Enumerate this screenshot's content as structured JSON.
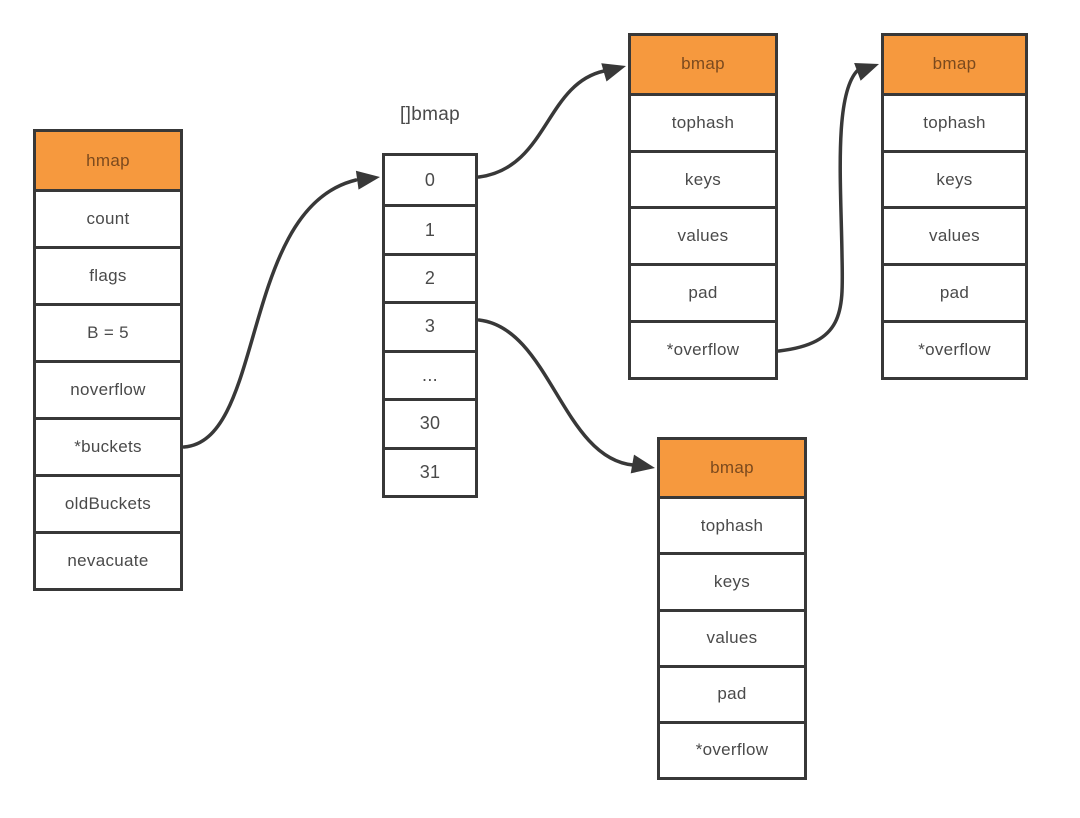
{
  "colors": {
    "accent_orange": "#F6993E",
    "line_dark": "#383838",
    "cell_text": "#4A4A4A",
    "header_text": "#7B4A1E",
    "background": "#FFFFFF"
  },
  "hmap_table": {
    "header": "hmap",
    "fields": [
      "count",
      "flags",
      "B = 5",
      "noverflow",
      "*buckets",
      "oldBuckets",
      "nevacuate"
    ]
  },
  "buckets_array": {
    "label": "[]bmap",
    "cells": [
      "0",
      "1",
      "2",
      "3",
      "...",
      "30",
      "31"
    ]
  },
  "bmap_bucket0": {
    "header": "bmap",
    "fields": [
      "tophash",
      "keys",
      "values",
      "pad",
      "*overflow"
    ]
  },
  "bmap_overflow": {
    "header": "bmap",
    "fields": [
      "tophash",
      "keys",
      "values",
      "pad",
      "*overflow"
    ]
  },
  "bmap_bucket3": {
    "header": "bmap",
    "fields": [
      "tophash",
      "keys",
      "values",
      "pad",
      "*overflow"
    ]
  }
}
